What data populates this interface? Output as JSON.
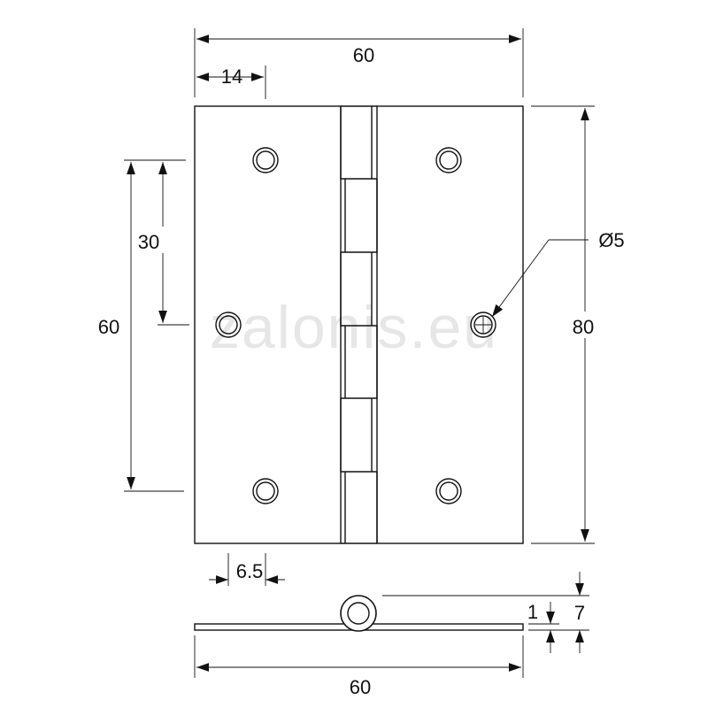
{
  "watermark": "zalonis.eu",
  "colors": {
    "line": "#111111",
    "watermark": "#e6e6e6",
    "background": "#ffffff"
  },
  "dimensions": {
    "overall_width_top": "60",
    "hole_offset_x": "14",
    "hole_pitch_small": "30",
    "hole_span_vertical": "60",
    "height": "80",
    "hole_diameter": "Ø5",
    "knuckle_width": "6.5",
    "leaf_thickness": "1",
    "knuckle_diameter": "7",
    "overall_width_bottom": "60"
  }
}
